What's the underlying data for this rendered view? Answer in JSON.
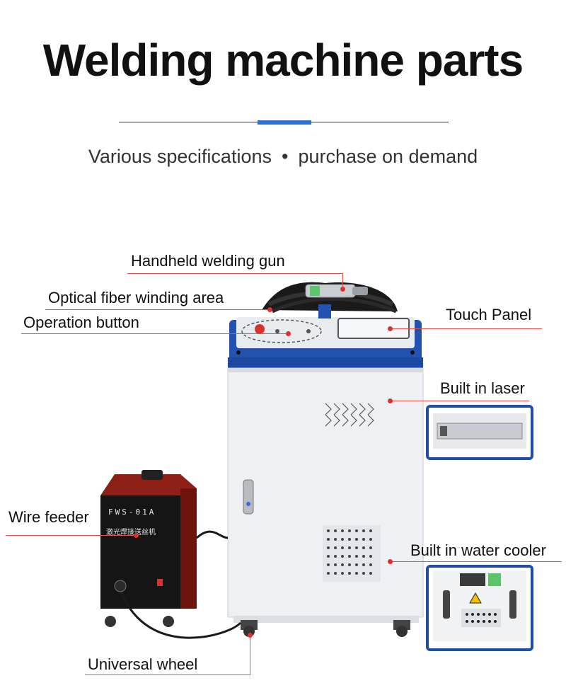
{
  "header": {
    "title": "Welding machine parts",
    "subtitle_left": "Various specifications",
    "subtitle_sep": "•",
    "subtitle_right": "purchase on demand"
  },
  "labels": {
    "handheld_gun": "Handheld welding gun",
    "fiber_area": "Optical fiber winding area",
    "operation_button": "Operation button",
    "touch_panel": "Touch Panel",
    "built_in_laser": "Built in laser",
    "wire_feeder": "Wire feeder",
    "water_cooler": "Built in water cooler",
    "wheel": "Universal wheel"
  },
  "feeder_text": {
    "model": "FWS-01A",
    "chinese": "激光焊接送丝机"
  },
  "colors": {
    "accent_blue": "#2f6fd6",
    "lead_red": "#d9534f",
    "cabinet_white": "#eef0f3",
    "cabinet_blue": "#1f4ea8",
    "feeder_red": "#8e1f14"
  }
}
